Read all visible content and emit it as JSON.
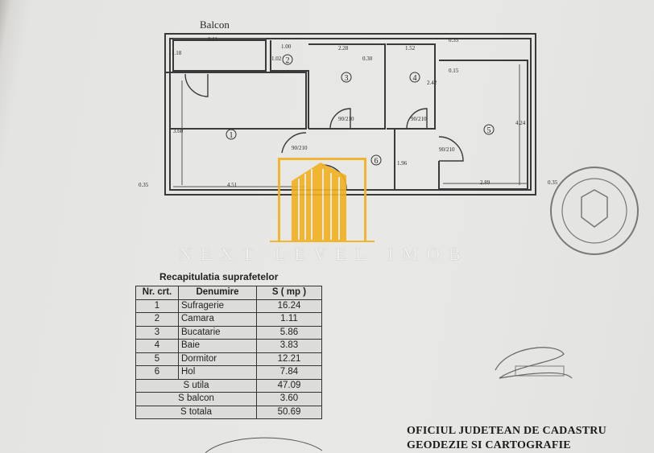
{
  "plan": {
    "balcony_label": "Balcon",
    "room_numbers": [
      "1",
      "2",
      "3",
      "4",
      "5",
      "6"
    ],
    "dimensions": [
      "3.11",
      "1.18",
      "1.00",
      "1.02",
      "2.28",
      "0.30",
      "1.52",
      "0.35",
      "0.15",
      "2.42",
      "3.60",
      "4.24",
      "1.96",
      "4.51",
      "2.89",
      "0.35",
      "0.35"
    ],
    "door_labels": [
      "90/210",
      "90/210",
      "90/210",
      "90/210"
    ]
  },
  "watermark": {
    "brand": "NEXT LEVEL IMOB",
    "logo_color": "#f2b01e"
  },
  "table": {
    "caption": "Recapitulatia suprafetelor",
    "headers": [
      "Nr. crt.",
      "Denumire",
      "S ( mp )"
    ],
    "rows": [
      {
        "nr": "1",
        "name": "Sufragerie",
        "area": "16.24"
      },
      {
        "nr": "2",
        "name": "Camara",
        "area": "1.11"
      },
      {
        "nr": "3",
        "name": "Bucatarie",
        "area": "5.86"
      },
      {
        "nr": "4",
        "name": "Baie",
        "area": "3.83"
      },
      {
        "nr": "5",
        "name": "Dormitor",
        "area": "12.21"
      },
      {
        "nr": "6",
        "name": "Hol",
        "area": "7.84"
      }
    ],
    "totals": [
      {
        "label": "S utila",
        "area": "47.09"
      },
      {
        "label": "S balcon",
        "area": "3.60"
      },
      {
        "label": "S totala",
        "area": "50.69"
      }
    ]
  },
  "footer": {
    "line1": "OFICIUL JUDETEAN DE CADASTRU",
    "line2": "GEODEZIE SI CARTOGRAFIE"
  }
}
